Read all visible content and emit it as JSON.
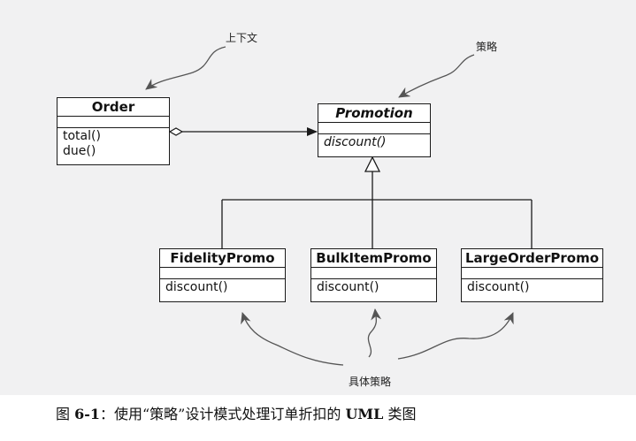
{
  "labels": {
    "context": "上下文",
    "strategy": "策略",
    "concrete_strategies": "具体策略"
  },
  "classes": {
    "order": {
      "name": "Order",
      "ops": [
        "total()",
        "due()"
      ]
    },
    "promotion": {
      "name": "Promotion",
      "ops": [
        "discount()"
      ],
      "abstract": true
    },
    "fidelity": {
      "name": "FidelityPromo",
      "ops": [
        "discount()"
      ]
    },
    "bulkitem": {
      "name": "BulkItemPromo",
      "ops": [
        "discount()"
      ]
    },
    "largeorder": {
      "name": "LargeOrderPromo",
      "ops": [
        "discount()"
      ]
    }
  },
  "caption": {
    "prefix": "图 ",
    "number": "6-1",
    "text_a": "：使用“策略”设计模式处理订单折扣的 ",
    "uml": "UML",
    "text_b": " 类图"
  },
  "colors": {
    "background": "#f1f1f2",
    "line": "#1a1a1a",
    "arrow_annotation": "#555555"
  }
}
